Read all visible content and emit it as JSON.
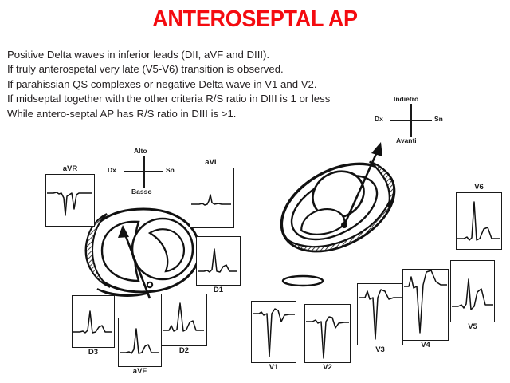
{
  "slide": {
    "title": "ANTEROSEPTAL AP",
    "title_color": "#f40b10",
    "background_color": "#ffffff",
    "text_color": "#231f20"
  },
  "bullets": [
    "Positive Delta waves in inferior leads (DII, aVF and DIII).",
    "If truly anterospetal very late (V5-V6) transition is observed.",
    "If parahissian QS complexes or negative Delta wave in V1 and V2.",
    "If midseptal together with the other criteria R/S ratio in DIII is 1 or less",
    "While antero-septal AP has R/S ratio in DIII is >1."
  ],
  "compass_left": {
    "name": "horizontal-plane-orientation",
    "top": "Alto",
    "left": "Dx",
    "right": "Sn",
    "bottom": "Basso"
  },
  "compass_right": {
    "name": "frontal-plane-orientation",
    "top": "Indietro",
    "left": "Dx",
    "right": "Sn",
    "bottom": "Avanti"
  },
  "diagrams": [
    {
      "name": "heart-cross-section-horizontal",
      "description": "Short-axis heart cross-section with shaded posterior wall and accessory pathway arrow directed up-left"
    },
    {
      "name": "heart-cross-section-tilted",
      "description": "Tilted heart ring with hatched inferior-lateral wall and accessory pathway arrow directed up-right"
    },
    {
      "name": "av-plane-edge-view",
      "description": "Small flat ellipse representing the AV plane seen edge-on"
    }
  ],
  "leads": [
    {
      "label": "aVR",
      "morphology": "deep negative QS complex",
      "label_position": "above"
    },
    {
      "label": "aVL",
      "morphology": "small positive R wave with flat baseline",
      "label_position": "above"
    },
    {
      "label": "D1",
      "morphology": "tall positive R wave with T wave",
      "label_position": "below"
    },
    {
      "label": "D3",
      "morphology": "positive delta wave, dominant R",
      "label_position": "below"
    },
    {
      "label": "aVF",
      "morphology": "positive delta wave, tall R",
      "label_position": "below"
    },
    {
      "label": "D2",
      "morphology": "positive delta wave, tall R",
      "label_position": "below"
    },
    {
      "label": "V1",
      "morphology": "deep QS complex, negative delta",
      "label_position": "below"
    },
    {
      "label": "V2",
      "morphology": "deep QS complex, negative delta",
      "label_position": "below"
    },
    {
      "label": "V3",
      "morphology": "deep QS complex with terminal positivity",
      "label_position": "below"
    },
    {
      "label": "V4",
      "morphology": "deep S wave with large positive T wave",
      "label_position": "below"
    },
    {
      "label": "V5",
      "morphology": "positive R wave with broad T wave",
      "label_position": "below"
    },
    {
      "label": "V6",
      "morphology": "tall positive R wave, late transition",
      "label_position": "above"
    }
  ]
}
